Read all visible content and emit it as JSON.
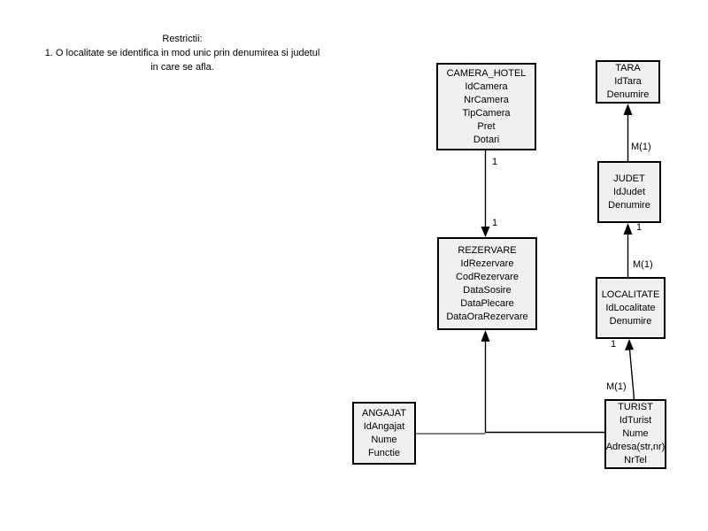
{
  "restrictions": {
    "title": "Restrictii:",
    "rule_line1": "1. O localitate se identifica in mod unic prin denumirea si judetul",
    "rule_line2": "in care se afla."
  },
  "entities": {
    "camera_hotel": {
      "title": "CAMERA_HOTEL",
      "attrs": [
        "IdCamera",
        "NrCamera",
        "TipCamera",
        "Pret",
        "Dotari"
      ]
    },
    "rezervare": {
      "title": "REZERVARE",
      "attrs": [
        "IdRezervare",
        "CodRezervare",
        "DataSosire",
        "DataPlecare",
        "DataOraRezervare"
      ]
    },
    "tara": {
      "title": "TARA",
      "attrs": [
        "IdTara",
        "Denumire"
      ]
    },
    "judet": {
      "title": "JUDET",
      "attrs": [
        "IdJudet",
        "Denumire"
      ]
    },
    "localitate": {
      "title": "LOCALITATE",
      "attrs": [
        "IdLocalitate",
        "Denumire"
      ]
    },
    "angajat": {
      "title": "ANGAJAT",
      "attrs": [
        "IdAngajat",
        "Nume",
        "Functie"
      ]
    },
    "turist": {
      "title": "TURIST",
      "attrs": [
        "IdTurist",
        "Nume",
        "Adresa(str,nr)",
        "NrTel"
      ]
    }
  },
  "cardinalities": {
    "camera_rezervare_source": "1",
    "camera_rezervare_target": "1",
    "judet_tara_many": "M(1)",
    "localitate_judet_one": "1",
    "localitate_judet_many": "M(1)",
    "turist_localitate_one": "1",
    "turist_localitate_many": "M(1)"
  },
  "colors": {
    "background": "#ffffff",
    "entity_fill": "#f0f0f0",
    "entity_border": "#000000",
    "connector_line": "#000000",
    "angajat_connector_line": "#848484",
    "text": "#000000"
  }
}
